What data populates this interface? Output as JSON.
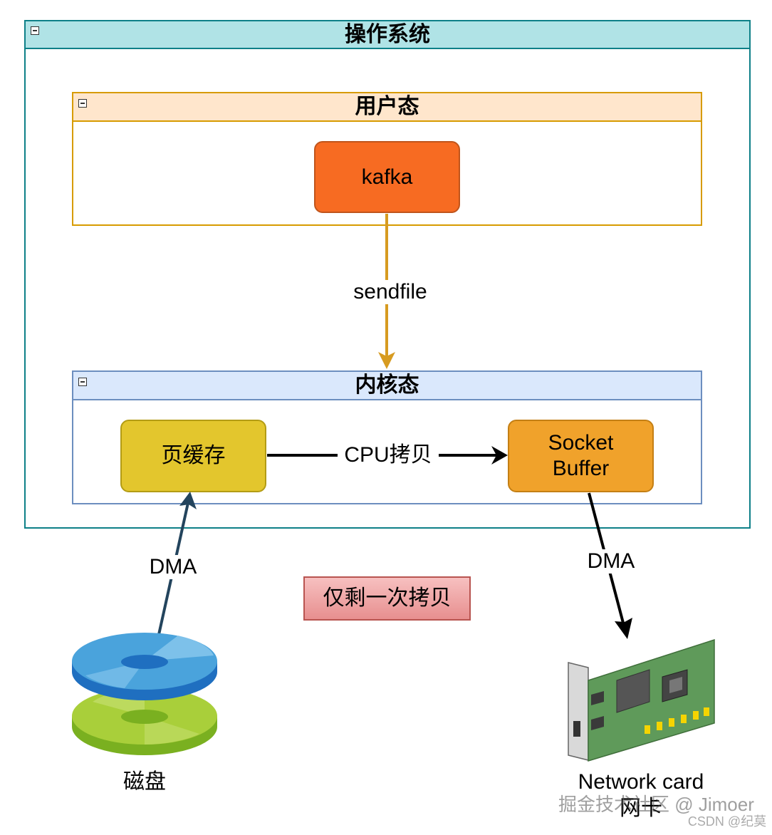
{
  "os_container": {
    "title": "操作系统"
  },
  "user_space": {
    "title": "用户态",
    "process": "kafka"
  },
  "kernel_space": {
    "title": "内核态",
    "page_cache": "页缓存",
    "socket_buffer_line1": "Socket",
    "socket_buffer_line2": "Buffer"
  },
  "edges": {
    "sendfile": "sendfile",
    "cpu_copy": "CPU拷贝",
    "dma_in": "DMA",
    "dma_out": "DMA"
  },
  "note": "仅剩一次拷贝",
  "devices": {
    "disk": "磁盘",
    "nic_line1": "Network card",
    "nic_line2": "网卡"
  },
  "watermark": {
    "juejin": "掘金技术社区 @ Jimoer",
    "csdn": "CSDN @纪莫"
  },
  "colors": {
    "os_header": "#b0e3e6",
    "os_border": "#0e8088",
    "user_header": "#ffe6cc",
    "user_border": "#d79b00",
    "kernel_header": "#dae8fc",
    "kernel_border": "#6c8ebf",
    "kafka": "#f76b22",
    "page_cache": "#e3c62d",
    "socket_buffer": "#f0a22b",
    "note_fill": "#f2a6a6",
    "sendfile_arrow": "#d79b20",
    "dma_in_arrow": "#23445d"
  }
}
